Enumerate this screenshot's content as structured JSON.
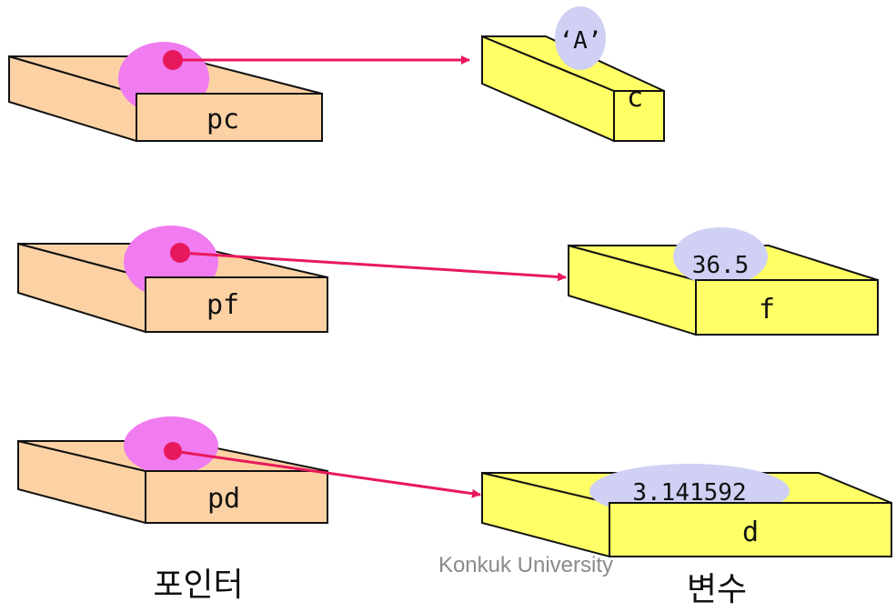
{
  "colors": {
    "pointer_box": "#fcd2a4",
    "variable_box": "#ffff66",
    "pointer_blob": "#f07cf0",
    "value_blob": "#cfd0f4",
    "arrow": "#e8185c",
    "outline": "#111111"
  },
  "rows": [
    {
      "pointer": "pc",
      "variable": "c",
      "value": "‘A’"
    },
    {
      "pointer": "pf",
      "variable": "f",
      "value": "36.5"
    },
    {
      "pointer": "pd",
      "variable": "d",
      "value": "3.141592"
    }
  ],
  "captions": {
    "left": "포인터",
    "right": "변수"
  },
  "watermark": "Konkuk University"
}
